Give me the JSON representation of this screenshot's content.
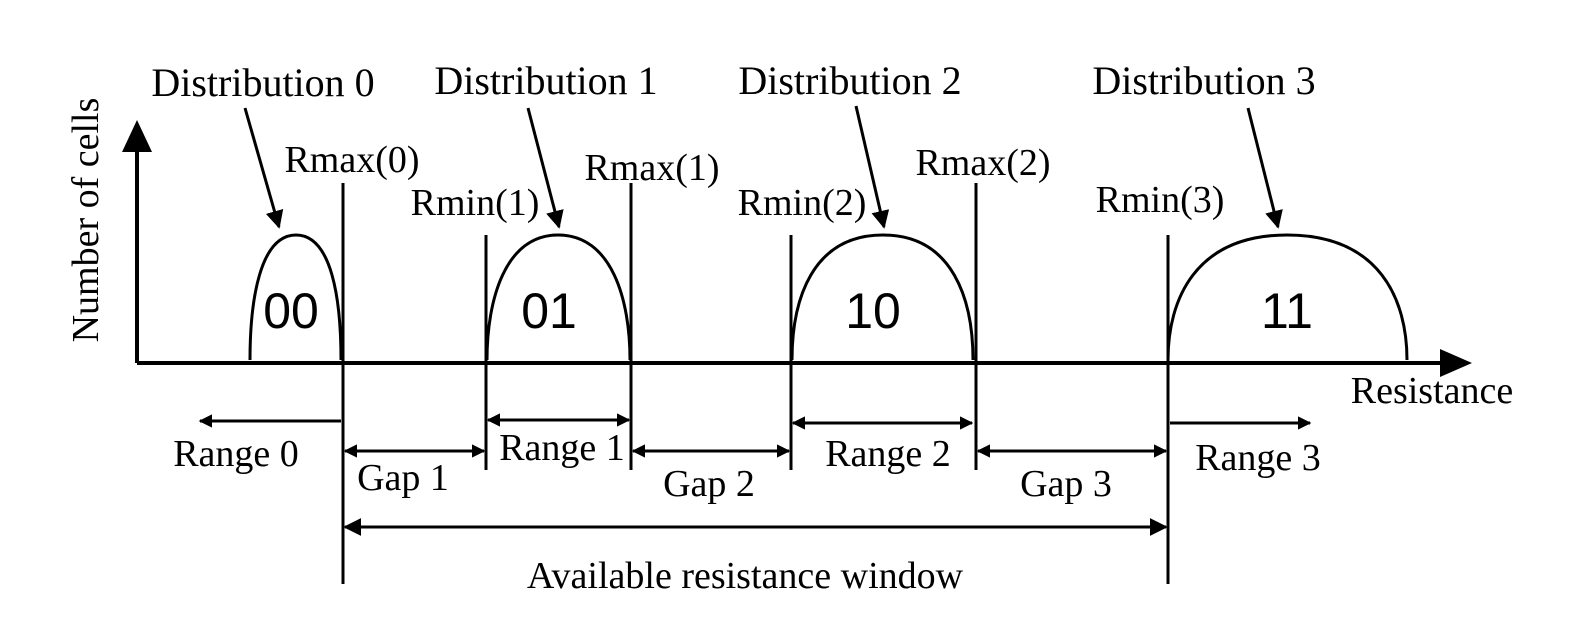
{
  "y_axis_label": "Number of cells",
  "x_axis_label": "Resistance",
  "distributions": [
    {
      "label": "Distribution 0",
      "code": "00"
    },
    {
      "label": "Distribution 1",
      "code": "01"
    },
    {
      "label": "Distribution 2",
      "code": "10"
    },
    {
      "label": "Distribution 3",
      "code": "11"
    }
  ],
  "thresholds": {
    "rmax0": "Rmax(0)",
    "rmin1": "Rmin(1)",
    "rmax1": "Rmax(1)",
    "rmin2": "Rmin(2)",
    "rmax2": "Rmax(2)",
    "rmin3": "Rmin(3)"
  },
  "ranges": [
    "Range 0",
    "Range 1",
    "Range 2",
    "Range 3"
  ],
  "gaps": [
    "Gap 1",
    "Gap 2",
    "Gap 3"
  ],
  "window_label": "Available resistance window"
}
